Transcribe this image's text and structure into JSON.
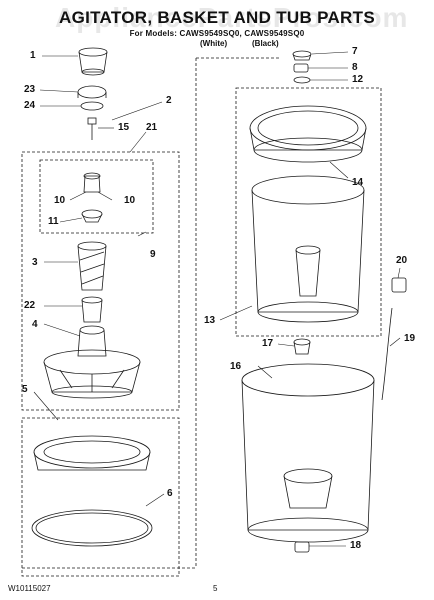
{
  "header": {
    "title": "AGITATOR, BASKET AND TUB PARTS",
    "models_line": "For Models: CAWS9549SQ0, CAWS9549SQ0",
    "variant_white": "(White)",
    "variant_black": "(Black)",
    "watermark": "AppliancePartsPros.com"
  },
  "callouts": [
    "1",
    "2",
    "3",
    "4",
    "5",
    "6",
    "7",
    "8",
    "9",
    "10",
    "10",
    "11",
    "12",
    "13",
    "14",
    "15",
    "16",
    "17",
    "18",
    "19",
    "20",
    "21",
    "22",
    "23",
    "24"
  ],
  "footer": {
    "doc_number": "W10115027",
    "page_number": "5"
  },
  "colors": {
    "line": "#1a1a1a",
    "shade": "#9a9a9a",
    "watermark": "#c8c8c8"
  }
}
